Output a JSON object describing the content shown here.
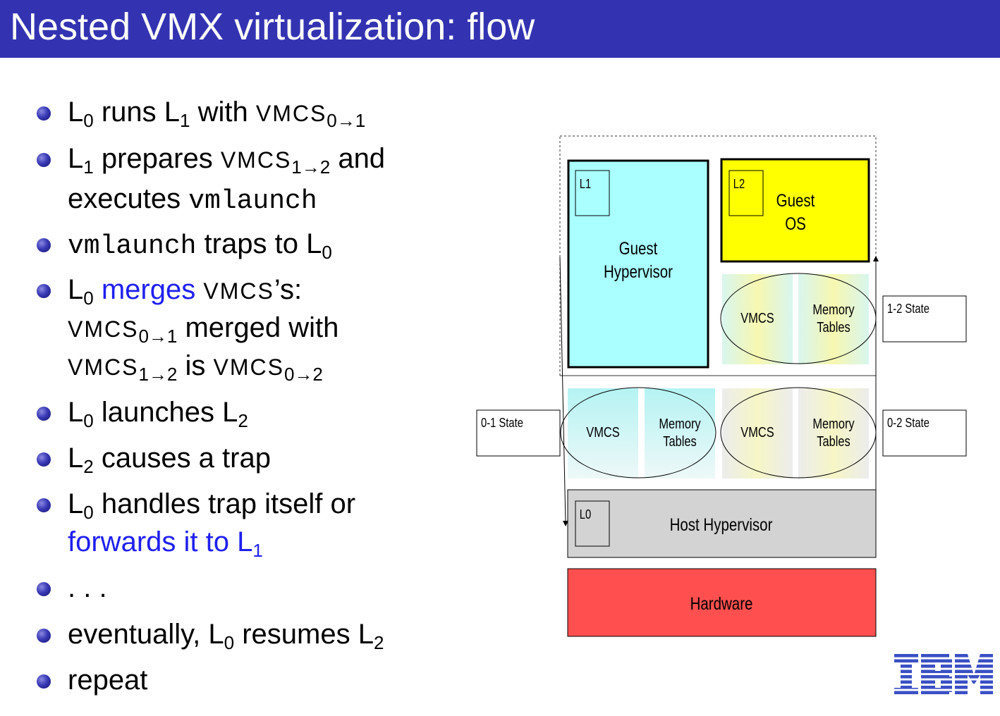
{
  "slide": {
    "title": "Nested VMX virtualization: flow"
  },
  "bullets": [
    {
      "id": "b1",
      "parts": [
        [
          "L",
          "t"
        ],
        [
          "0",
          "s"
        ],
        [
          " runs L",
          "t"
        ],
        [
          "1",
          "s"
        ],
        [
          " with ",
          "t"
        ],
        [
          "VMCS",
          "c"
        ],
        [
          "0→1",
          "s"
        ]
      ]
    },
    {
      "id": "b2",
      "parts": [
        [
          "L",
          "t"
        ],
        [
          "1",
          "s"
        ],
        [
          " prepares ",
          "t"
        ],
        [
          "VMCS",
          "c"
        ],
        [
          "1→2",
          "s"
        ],
        [
          " and",
          "t"
        ]
      ]
    },
    {
      "id": "b2b",
      "parts": [
        [
          "executes ",
          "t"
        ],
        [
          "vmlaunch",
          "m"
        ]
      ]
    },
    {
      "id": "b3",
      "parts": [
        [
          "vmlaunch",
          "m"
        ],
        [
          " traps to L",
          "t"
        ],
        [
          "0",
          "s"
        ]
      ]
    },
    {
      "id": "b4",
      "parts": [
        [
          "L",
          "t"
        ],
        [
          "0",
          "s"
        ],
        [
          " ",
          "t"
        ],
        [
          "merges",
          "b"
        ],
        [
          " ",
          "t"
        ],
        [
          "VMCS",
          "c"
        ],
        [
          "’s:",
          "t"
        ]
      ]
    },
    {
      "id": "b4b",
      "parts": [
        [
          "VMCS",
          "c"
        ],
        [
          "0→1",
          "s"
        ],
        [
          " merged with",
          "t"
        ]
      ]
    },
    {
      "id": "b4c",
      "parts": [
        [
          "VMCS",
          "c"
        ],
        [
          "1→2",
          "s"
        ],
        [
          " is ",
          "t"
        ],
        [
          "VMCS",
          "c"
        ],
        [
          "0→2",
          "s"
        ]
      ]
    },
    {
      "id": "b5",
      "parts": [
        [
          "L",
          "t"
        ],
        [
          "0",
          "s"
        ],
        [
          " launches L",
          "t"
        ],
        [
          "2",
          "s"
        ]
      ]
    },
    {
      "id": "b6",
      "parts": [
        [
          "L",
          "t"
        ],
        [
          "2",
          "s"
        ],
        [
          " causes a trap",
          "t"
        ]
      ]
    },
    {
      "id": "b7",
      "parts": [
        [
          "L",
          "t"
        ],
        [
          "0",
          "s"
        ],
        [
          " handles trap itself or",
          "t"
        ]
      ]
    },
    {
      "id": "b7b",
      "parts": [
        [
          "forwards it to L",
          "b"
        ],
        [
          "1",
          "bs"
        ]
      ]
    },
    {
      "id": "b8",
      "parts": [
        [
          ". . .",
          "t"
        ]
      ]
    },
    {
      "id": "b9",
      "parts": [
        [
          "eventually, L",
          "t"
        ],
        [
          "0",
          "s"
        ],
        [
          " resumes L",
          "t"
        ],
        [
          "2",
          "s"
        ]
      ]
    },
    {
      "id": "b10",
      "parts": [
        [
          "repeat",
          "t"
        ]
      ]
    }
  ],
  "diagram": {
    "l1_tag": "L1",
    "l2_tag": "L2",
    "l0_tag": "L0",
    "guest_hypervisor": "Guest\nHypervisor",
    "guest_os": "Guest\nOS",
    "vmcs": "VMCS",
    "memory_tables": "Memory\nTables",
    "state_12": "1-2 State",
    "state_01": "0-1 State",
    "state_02": "0-2 State",
    "host_hypervisor": "Host Hypervisor",
    "hardware": "Hardware",
    "colors": {
      "guest_hypervisor": "#aaffff",
      "guest_os": "#ffff00",
      "host_hypervisor": "#d3d3d3",
      "hardware": "#ff4f4f",
      "title_bar": "#3333b2"
    }
  },
  "logo": {
    "text": "IBM",
    "icon": "ibm-logo"
  }
}
